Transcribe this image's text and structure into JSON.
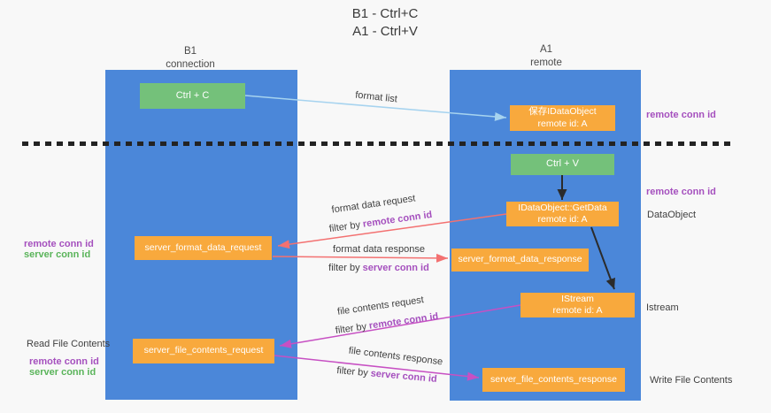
{
  "title": {
    "line1": "B1 - Ctrl+C",
    "line2": "A1 - Ctrl+V"
  },
  "headers": {
    "left_line1": "B1",
    "left_line2": "connection",
    "right_line1": "A1",
    "right_line2": "remote"
  },
  "nodes": {
    "ctrl_c": "Ctrl + C",
    "ctrl_v": "Ctrl + V",
    "save_dataobject_line1": "保存IDataObject",
    "save_dataobject_line2": "remote id: A",
    "getdata_line1": "IDataObject::GetData",
    "getdata_line2": "remote id: A",
    "istream_line1": "IStream",
    "istream_line2": "remote id: A",
    "format_request": "server_format_data_request",
    "format_response": "server_format_data_response",
    "file_request": "server_file_contents_request",
    "file_response": "server_file_contents_response"
  },
  "arrow_labels": {
    "format_list": "format list",
    "format_data_request": "format data request",
    "format_data_response": "format data response",
    "file_contents_request": "file contents request",
    "file_contents_response": "file contents response",
    "filter_by": "filter by",
    "remote_conn_id": "remote conn id",
    "server_conn_id": "server conn id"
  },
  "side_labels": {
    "remote_conn_id": "remote conn id",
    "server_conn_id": "server conn id",
    "dataobject": "DataObject",
    "istream": "Istream",
    "read_file_contents": "Read File Contents",
    "write_file_contents": "Write File Contents"
  },
  "colors": {
    "blue": "#4b87d9",
    "orange": "#f8a93d",
    "green": "#74c17a",
    "purple": "#a550be",
    "green-text": "#5ab45a",
    "red-arrow": "#f37171",
    "magenta-arrow": "#c750c3",
    "lightblue-arrow": "#a6d3ef",
    "bg": "#f8f8f8",
    "ink": "#3f3f3f"
  }
}
